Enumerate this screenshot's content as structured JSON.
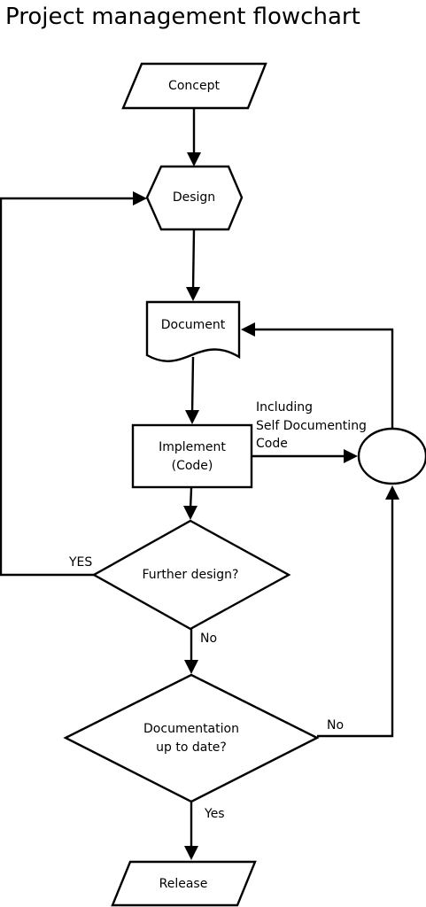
{
  "title": "Project management flowchart",
  "nodes": {
    "concept": "Concept",
    "design": "Design",
    "document": "Document",
    "implement_line1": "Implement",
    "implement_line2": "(Code)",
    "further_design": "Further design?",
    "docs_line1": "Documentation",
    "docs_line2": "up to date?",
    "release": "Release"
  },
  "edge_labels": {
    "including_line1": "Including",
    "including_line2": "Self Documenting",
    "including_line3": "Code",
    "yes_further": "YES",
    "no_further": "No",
    "no_docs": "No",
    "yes_docs": "Yes"
  },
  "colors": {
    "stroke": "#000000",
    "fill": "#ffffff"
  }
}
